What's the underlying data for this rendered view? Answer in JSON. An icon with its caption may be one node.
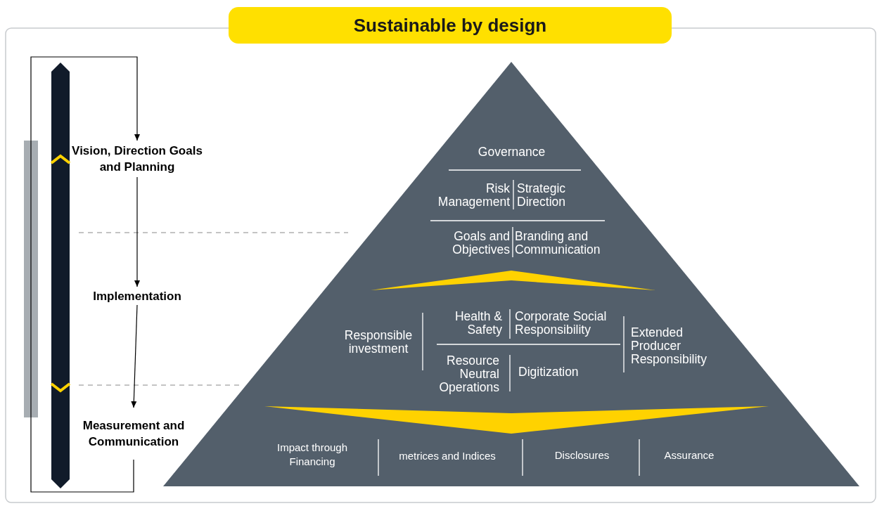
{
  "diagram": {
    "title": "Sustainable by design",
    "nodes": [
      {
        "text": [
          "Vision, Direction Goals and Planning"
        ]
      },
      {
        "text": [
          "Implementation"
        ]
      },
      {
        "text": [
          "Measurement and Communication"
        ]
      },
      {
        "text": [],
        "shape": "triangle"
      },
      {
        "text": [
          "Governance"
        ],
        "in": 3
      },
      {
        "text": [
          "Risk Management"
        ],
        "in": 3
      },
      {
        "text": [
          "Strategic Direction"
        ],
        "in": 3
      },
      {
        "text": [
          "Goals and Objectives"
        ],
        "in": 3
      },
      {
        "text": [
          "Branding and Communication"
        ],
        "in": 3
      },
      {
        "text": [
          "Responsible investment"
        ],
        "in": 3
      },
      {
        "text": [
          "Health & Safety"
        ],
        "in": 3
      },
      {
        "text": [
          "Corporate Social Responsibility"
        ],
        "in": 3
      },
      {
        "text": [
          "Resource Neutral Operations"
        ],
        "in": 3
      },
      {
        "text": [
          "Digitization"
        ],
        "in": 3
      },
      {
        "text": [
          "Extended Producer Responsibility"
        ],
        "in": 3
      },
      {
        "text": [
          "Impact through Financing"
        ],
        "in": 3
      },
      {
        "text": [
          "metrices and Indices"
        ],
        "in": 3
      },
      {
        "text": [
          "Disclosures"
        ],
        "in": 3
      },
      {
        "text": [
          "Assurance"
        ],
        "in": 3
      }
    ],
    "edges": [
      {
        "from": 0,
        "to": 1,
        "arrow": "to"
      },
      {
        "from": 1,
        "to": 2,
        "arrow": "to"
      },
      {
        "from": 2,
        "to": 0,
        "arrow": "to"
      }
    ]
  }
}
